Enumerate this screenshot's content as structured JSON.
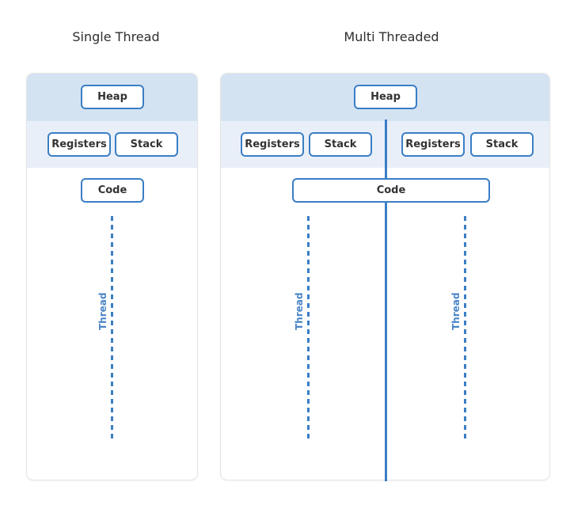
{
  "colors": {
    "accent": "#3a7ec5",
    "thread-text": "#4a85c8",
    "band-heap": "#d4e3f2",
    "band-regs": "#e9eff8",
    "panel-border": "#e4e4e4",
    "title-text": "#2e2e2e",
    "button-text": "#333333",
    "page-bg": "#ffffff"
  },
  "panels": {
    "single": {
      "title": "Single Thread",
      "heap_label": "Heap",
      "registers_label": "Registers",
      "stack_label": "Stack",
      "code_label": "Code",
      "thread_label": "Thread"
    },
    "multi": {
      "title": "Multi Threaded",
      "heap_label": "Heap",
      "code_label": "Code",
      "threads": [
        {
          "registers_label": "Registers",
          "stack_label": "Stack",
          "thread_label": "Thread"
        },
        {
          "registers_label": "Registers",
          "stack_label": "Stack",
          "thread_label": "Thread"
        }
      ]
    }
  }
}
